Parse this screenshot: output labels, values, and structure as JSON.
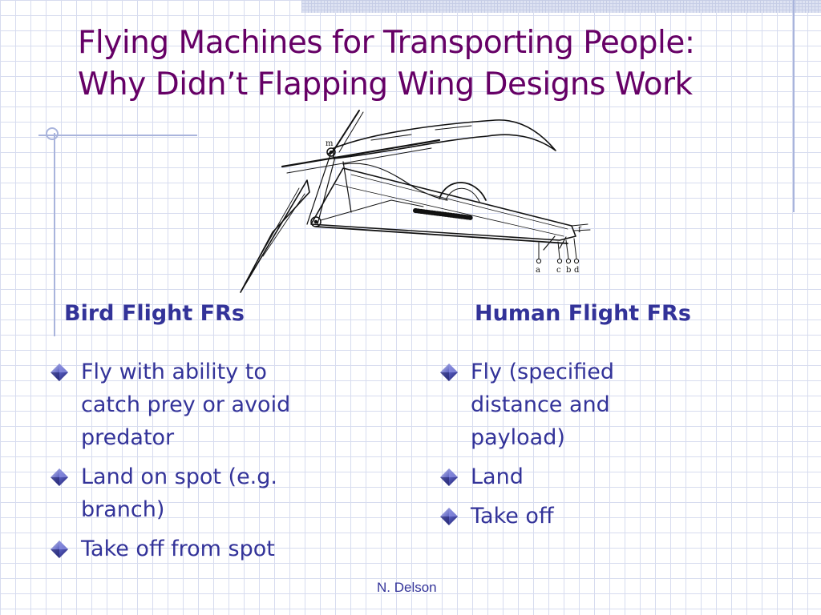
{
  "slide": {
    "title_line1": "Flying Machines for Transporting People:",
    "title_line2": "Why Didn’t Flapping Wing Designs Work",
    "drawing_labels": {
      "m": "m",
      "f": "f",
      "a": "a",
      "c": "c",
      "b": "b",
      "d": "d"
    },
    "left_column": {
      "heading": "Bird Flight FRs",
      "items": [
        "Fly with ability to catch prey or avoid predator",
        "Land on spot (e.g. branch)",
        "Take off from spot"
      ]
    },
    "right_column": {
      "heading": "Human Flight FRs",
      "items": [
        "Fly (specified distance and payload)",
        "Land",
        "Take off"
      ]
    },
    "footer": "N. Delson"
  },
  "colors": {
    "title": "#660066",
    "text": "#333399",
    "grid": "#d7dcef",
    "bullet": "#4b4fa8"
  }
}
